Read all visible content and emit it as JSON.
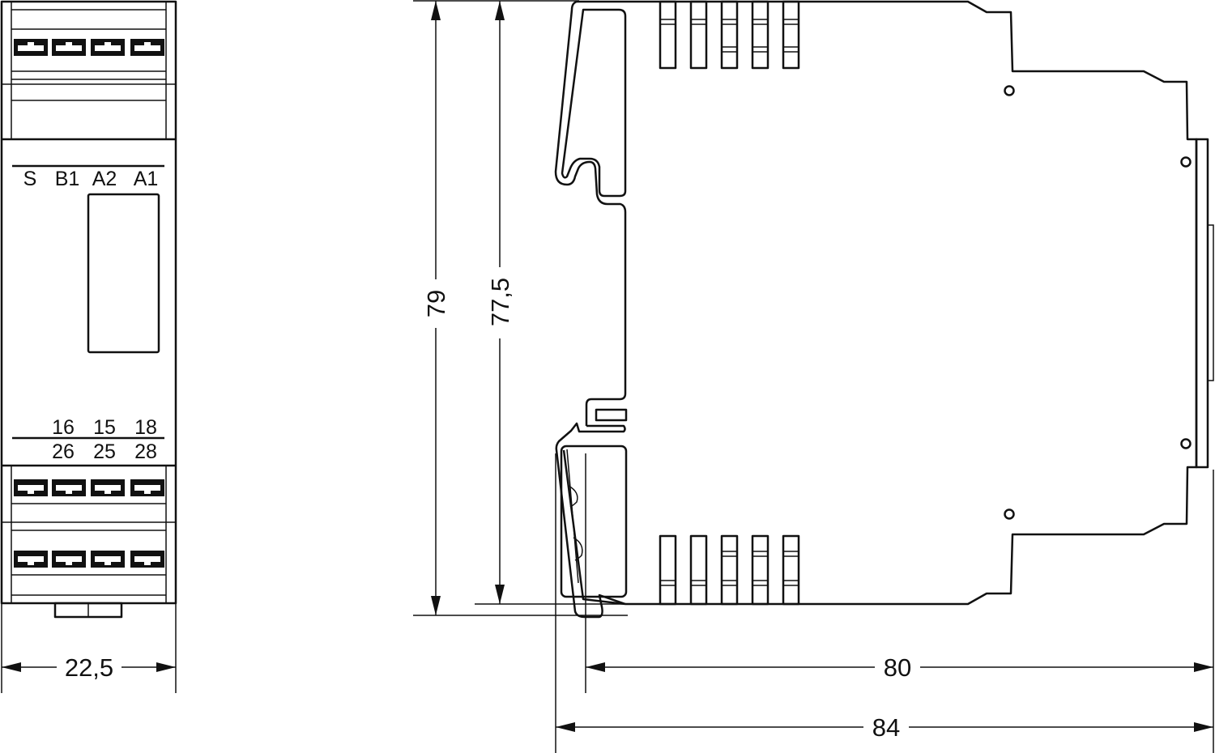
{
  "front_view": {
    "top_labels": [
      "S",
      "B1",
      "A2",
      "A1"
    ],
    "upper_numbers": [
      "16",
      "15",
      "18"
    ],
    "lower_numbers": [
      "26",
      "25",
      "28"
    ],
    "width_dimension": "22,5"
  },
  "side_view": {
    "height_dimension": "79",
    "rail_height_dimension": "77,5",
    "depth_dimension": "80",
    "overall_depth_dimension": "84"
  }
}
